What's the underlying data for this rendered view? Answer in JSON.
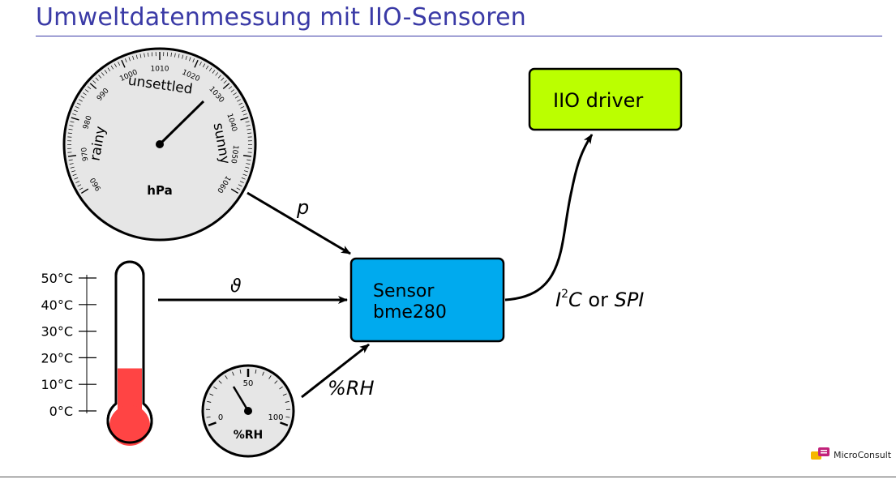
{
  "title": "Umweltdatenmessung mit IIO-Sensoren",
  "barometer": {
    "ticks": [
      "960",
      "970",
      "980",
      "990",
      "1000",
      "1010",
      "1020",
      "1030",
      "1040",
      "1050",
      "1060"
    ],
    "word_rainy": "rainy",
    "word_unsettled": "unsettled",
    "word_sunny": "sunny",
    "unit": "hPa"
  },
  "thermometer": {
    "ticks": [
      "0°C",
      "10°C",
      "20°C",
      "30°C",
      "40°C",
      "50°C"
    ],
    "fill_level_celsius": 16
  },
  "hygrometer": {
    "tick_0": "0",
    "tick_50": "50",
    "tick_100": "100",
    "unit": "%RH"
  },
  "arrows": {
    "pressure_label": "p",
    "temperature_label": "ϑ",
    "humidity_label": "%RH",
    "bus_label_I": "I",
    "bus_label_sup": "2",
    "bus_label_C": "C",
    "bus_label_or": " or ",
    "bus_label_SPI": "SPI"
  },
  "sensor_box": {
    "line1": "Sensor",
    "line2": "bme280",
    "color": "#00aaee"
  },
  "driver_box": {
    "label": "IIO driver",
    "color": "#bbff00"
  },
  "logo_text": "MicroConsult"
}
